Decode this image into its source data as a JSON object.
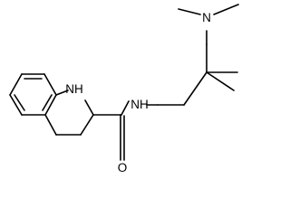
{
  "molecule": {
    "labels": {
      "dimethylamino_n": "N",
      "ring_nh": "NH",
      "amide_nh": "NH",
      "carbonyl_o": "O"
    },
    "colors": {
      "bond": "#000000",
      "text": "#000000",
      "background": "#ffffff"
    }
  }
}
